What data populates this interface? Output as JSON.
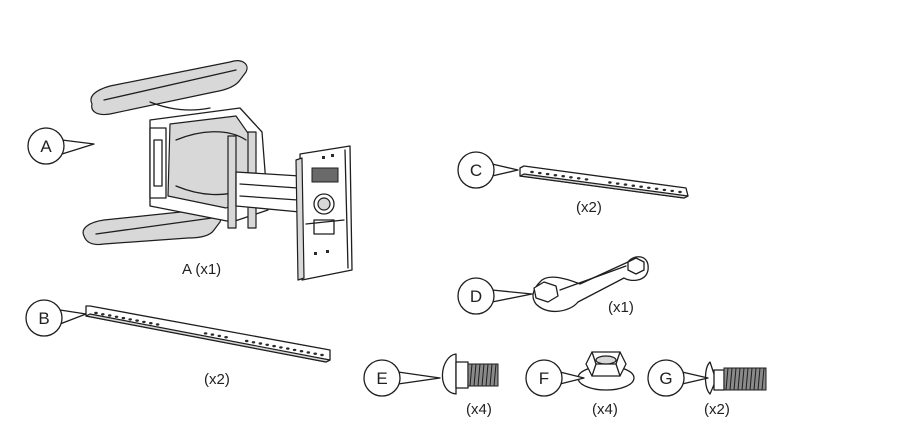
{
  "parts": [
    {
      "letter": "A",
      "caption": "A (x1)",
      "name": "wall-mount-arm-assembly"
    },
    {
      "letter": "B",
      "caption": "(x2)",
      "name": "long-rail"
    },
    {
      "letter": "C",
      "caption": "(x2)",
      "name": "short-rail"
    },
    {
      "letter": "D",
      "caption": "(x1)",
      "name": "wrench"
    },
    {
      "letter": "E",
      "caption": "(x4)",
      "name": "carriage-bolt"
    },
    {
      "letter": "F",
      "caption": "(x4)",
      "name": "flange-nut"
    },
    {
      "letter": "G",
      "caption": "(x2)",
      "name": "screw"
    }
  ]
}
